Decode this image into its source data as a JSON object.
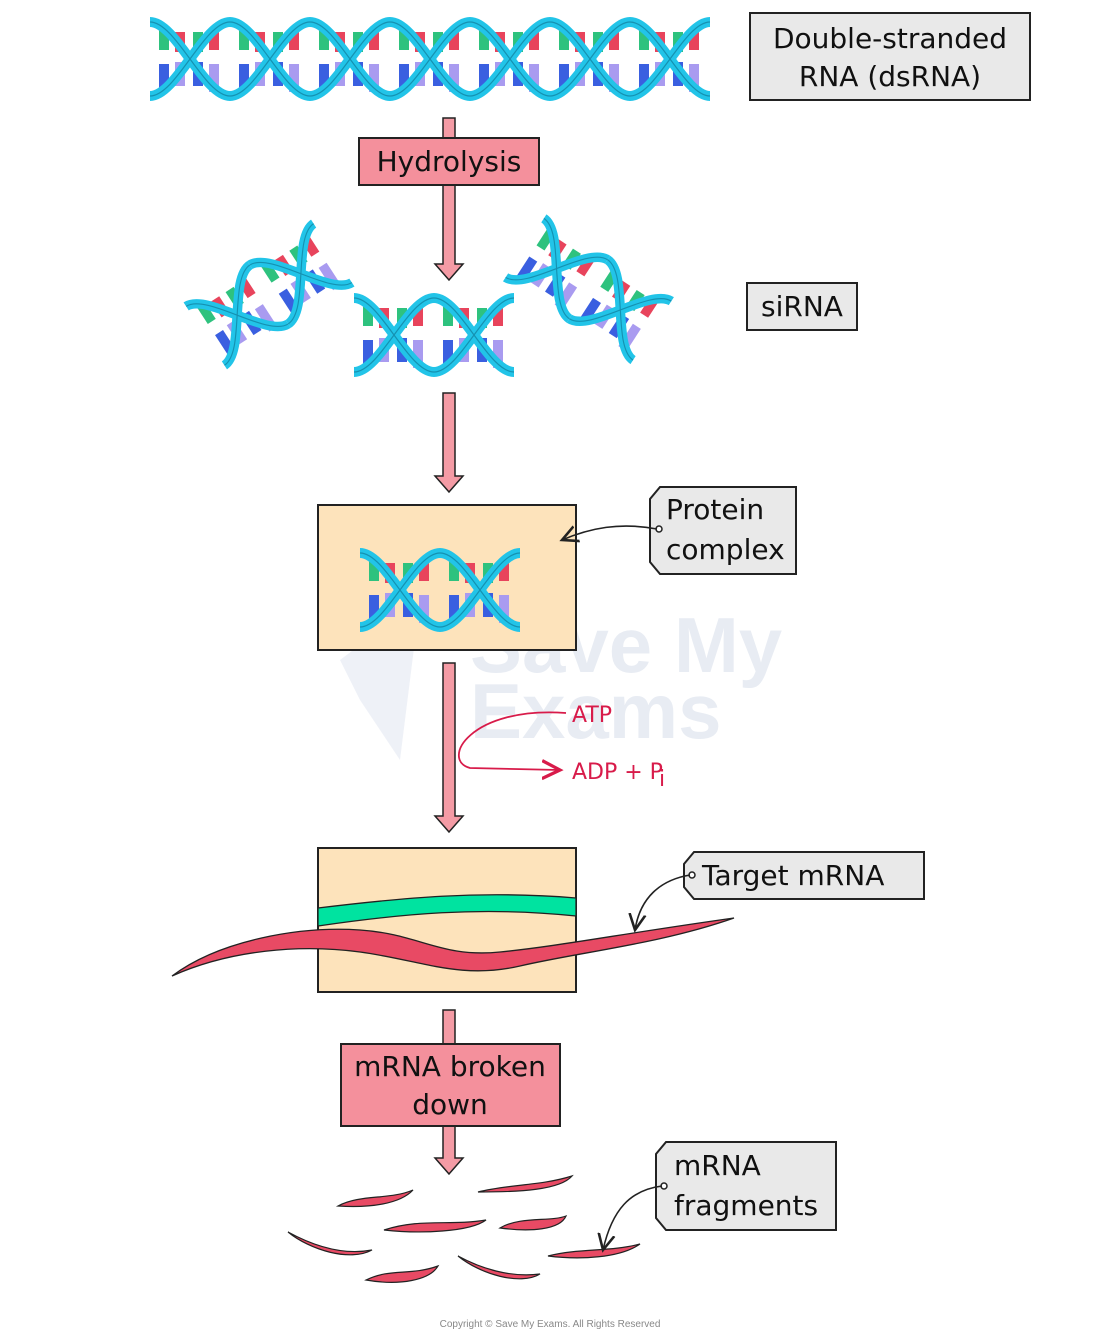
{
  "labels": {
    "dsrna": [
      "Double-stranded",
      "RNA (dsRNA)"
    ],
    "hydrolysis": "Hydrolysis",
    "sirna": "siRNA",
    "protein_complex": [
      "Protein",
      "complex"
    ],
    "atp": "ATP",
    "adp": "ADP + P",
    "adp_sub": "i",
    "target_mrna": "Target mRNA",
    "mrna_broken": [
      "mRNA broken",
      "down"
    ],
    "mrna_fragments": [
      "mRNA",
      "fragments"
    ]
  },
  "watermark": [
    "Save My",
    "Exams"
  ],
  "copyright": "Copyright © Save My Exams. All Rights Reserved",
  "colors": {
    "helix_strand": "#22c4e8",
    "base_green": "#2ec27e",
    "base_red": "#e8445c",
    "base_blue": "#3a5fe0",
    "base_lavender": "#a99bf0",
    "arrow_fill": "#f49ba5",
    "process_box": "#f4909c",
    "complex_box": "#fde3bb",
    "label_box": "#e9e9e9",
    "mrna": "#e84a64",
    "guide_strand": "#00e3a0",
    "reaction_text": "#d81b4a"
  }
}
